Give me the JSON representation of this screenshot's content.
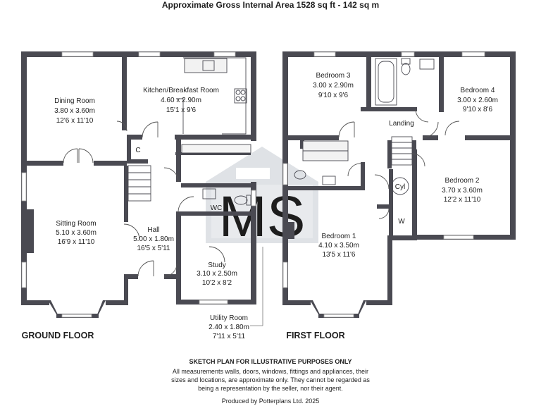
{
  "header": {
    "title": "Approximate Gross Internal Area 1528 sq ft - 142 sq m"
  },
  "watermark": {
    "text": "MS"
  },
  "ground_floor": {
    "label": "GROUND FLOOR",
    "rooms": {
      "dining": {
        "name": "Dining Room",
        "metric": "3.80 x 3.60m",
        "imperial": "12'6 x 11'10"
      },
      "kitchen": {
        "name": "Kitchen/Breakfast Room",
        "metric": "4.60 x 2.90m",
        "imperial": "15'1 x 9'6"
      },
      "sitting": {
        "name": "Sitting Room",
        "metric": "5.10 x 3.60m",
        "imperial": "16'9 x 11'10"
      },
      "hall": {
        "name": "Hall",
        "metric": "5.00 x 1.80m",
        "imperial": "16'5 x 5'11"
      },
      "study": {
        "name": "Study",
        "metric": "3.10 x 2.50m",
        "imperial": "10'2 x 8'2"
      },
      "utility": {
        "name": "Utility Room",
        "metric": "2.40 x 1.80m",
        "imperial": "7'11 x 5'11"
      },
      "wc": {
        "name": "WC"
      },
      "cupboard": {
        "name": "C"
      }
    }
  },
  "first_floor": {
    "label": "FIRST FLOOR",
    "rooms": {
      "bed3": {
        "name": "Bedroom 3",
        "metric": "3.00 x 2.90m",
        "imperial": "9'10 x 9'6"
      },
      "bed4": {
        "name": "Bedroom 4",
        "metric": "3.00 x 2.60m",
        "imperial": "9'10 x 8'6"
      },
      "landing": {
        "name": "Landing"
      },
      "bed2": {
        "name": "Bedroom 2",
        "metric": "3.70 x 3.60m",
        "imperial": "12'2 x 11'10"
      },
      "bed1": {
        "name": "Bedroom 1",
        "metric": "4.10 x 3.50m",
        "imperial": "13'5 x 11'6"
      },
      "cyl": {
        "name": "Cyl"
      },
      "wardrobe": {
        "name": "W"
      }
    }
  },
  "footer": {
    "sketch": "SKETCH PLAN FOR ILLUSTRATIVE PURPOSES ONLY",
    "disclaimer_1": "All measurements walls, doors, windows, fittings and appliances, their",
    "disclaimer_2": "sizes and locations, are approximate only. They cannot be regarded as",
    "disclaimer_3": "being a representation by the seller, nor their agent.",
    "producer": "Produced by Potterplans Ltd. 2025"
  },
  "colors": {
    "wall": "#4a4a52",
    "watermark": "#dfe2e6",
    "text": "#1e1e1e"
  }
}
